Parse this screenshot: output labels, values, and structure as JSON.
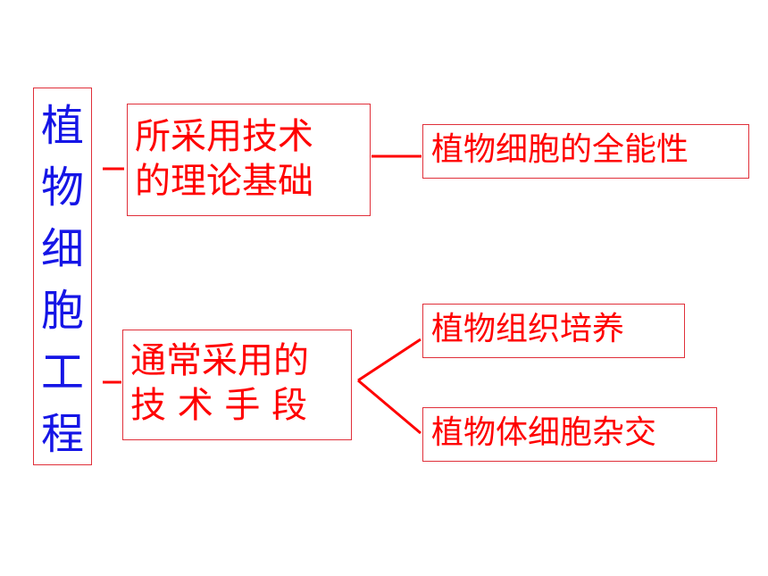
{
  "diagram": {
    "root": {
      "label": "植物细胞工程"
    },
    "branches": [
      {
        "label_lines": [
          "所采用技术",
          "的理论基础"
        ],
        "children": [
          "植物细胞的全能性"
        ]
      },
      {
        "label_lines": [
          "通常采用的",
          "技 术 手 段"
        ],
        "children": [
          "植物组织培养",
          "植物体细胞杂交"
        ]
      }
    ],
    "colors": {
      "root_text": "#1515e6",
      "branch_text": "#ff0000",
      "box_border": "#e0303a",
      "connector": "#ff0000"
    }
  }
}
